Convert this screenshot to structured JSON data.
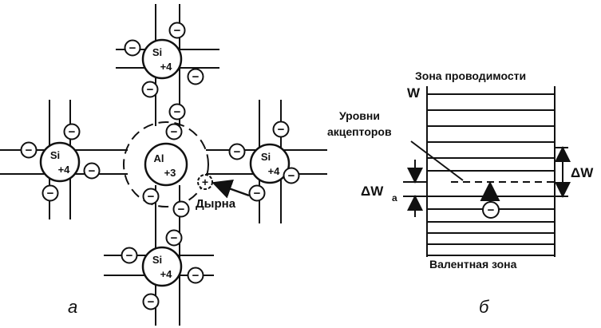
{
  "diagram": {
    "panel_a": {
      "caption": "а",
      "atoms": {
        "si_top": {
          "symbol": "Si",
          "charge": "+4"
        },
        "si_left": {
          "symbol": "Si",
          "charge": "+4"
        },
        "al_center": {
          "symbol": "Al",
          "charge": "+3"
        },
        "si_right": {
          "symbol": "Si",
          "charge": "+4"
        },
        "si_bottom": {
          "symbol": "Si",
          "charge": "+4"
        }
      },
      "electron_sign": "−",
      "hole_sign": "+",
      "hole_label": "Дырна"
    },
    "panel_b": {
      "caption": "б",
      "conduction_band": "Зона проводимости",
      "valence_band": "Валентная зона",
      "energy_axis": "W",
      "acceptor_levels_line1": "Уровни",
      "acceptor_levels_line2": "акцепторов",
      "delta_w": "ΔW",
      "delta_wa_main": "ΔW",
      "delta_wa_sub": "a",
      "electron_sign": "−"
    }
  }
}
